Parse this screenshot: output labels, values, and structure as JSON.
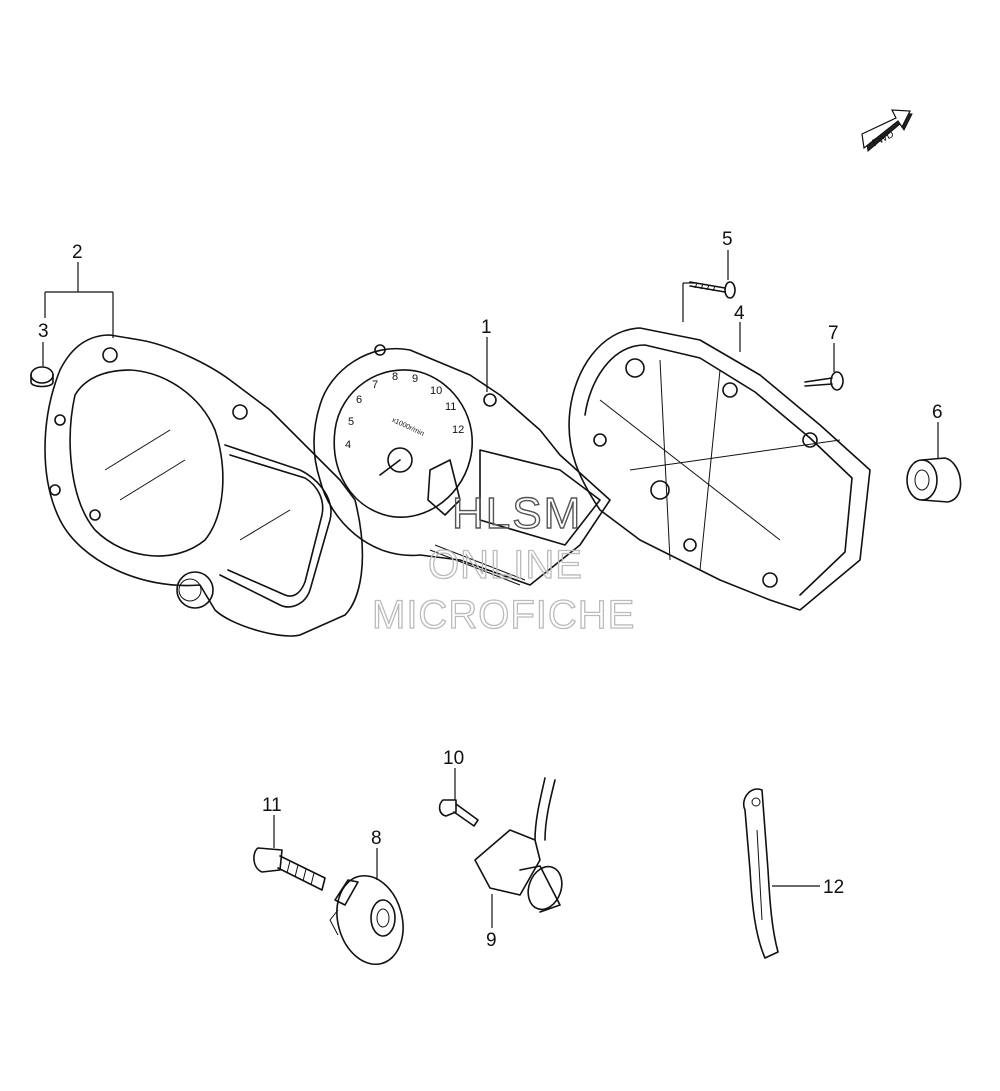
{
  "fwd_label": "FWD",
  "callouts": {
    "p1": "1",
    "p2": "2",
    "p3": "3",
    "p4": "4",
    "p5": "5",
    "p6": "6",
    "p7": "7",
    "p8": "8",
    "p9": "9",
    "p10": "10",
    "p11": "11",
    "p12": "12"
  },
  "gauge": {
    "ticks": [
      "4",
      "5",
      "6",
      "7",
      "8",
      "9",
      "10",
      "11",
      "12"
    ],
    "unit": "x1000r/min"
  },
  "watermark": {
    "line1": "HLSM",
    "line2": "ONLINE",
    "line3": "MICROFICHE"
  }
}
